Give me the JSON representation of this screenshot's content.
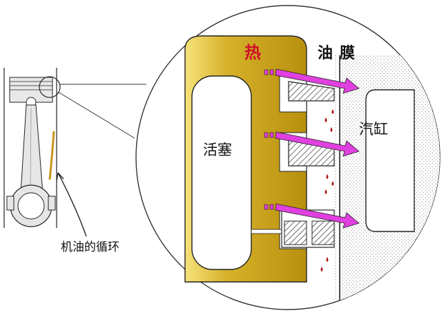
{
  "labels": {
    "heat": "热",
    "oil_film": "油膜",
    "piston": "活塞",
    "cylinder": "汽缸",
    "oil_circulation": "机油的循环"
  },
  "colors": {
    "piston_fill": "#c9a21a",
    "piston_light": "#f2d968",
    "heat_arrow": "#e040e0",
    "heat_label": "#d0102a",
    "oil_drop": "#b01818",
    "outline": "#222222"
  },
  "icons": {
    "heat_arrows": "heat-arrow-icon",
    "oil_drops": "oil-drop-icon"
  }
}
